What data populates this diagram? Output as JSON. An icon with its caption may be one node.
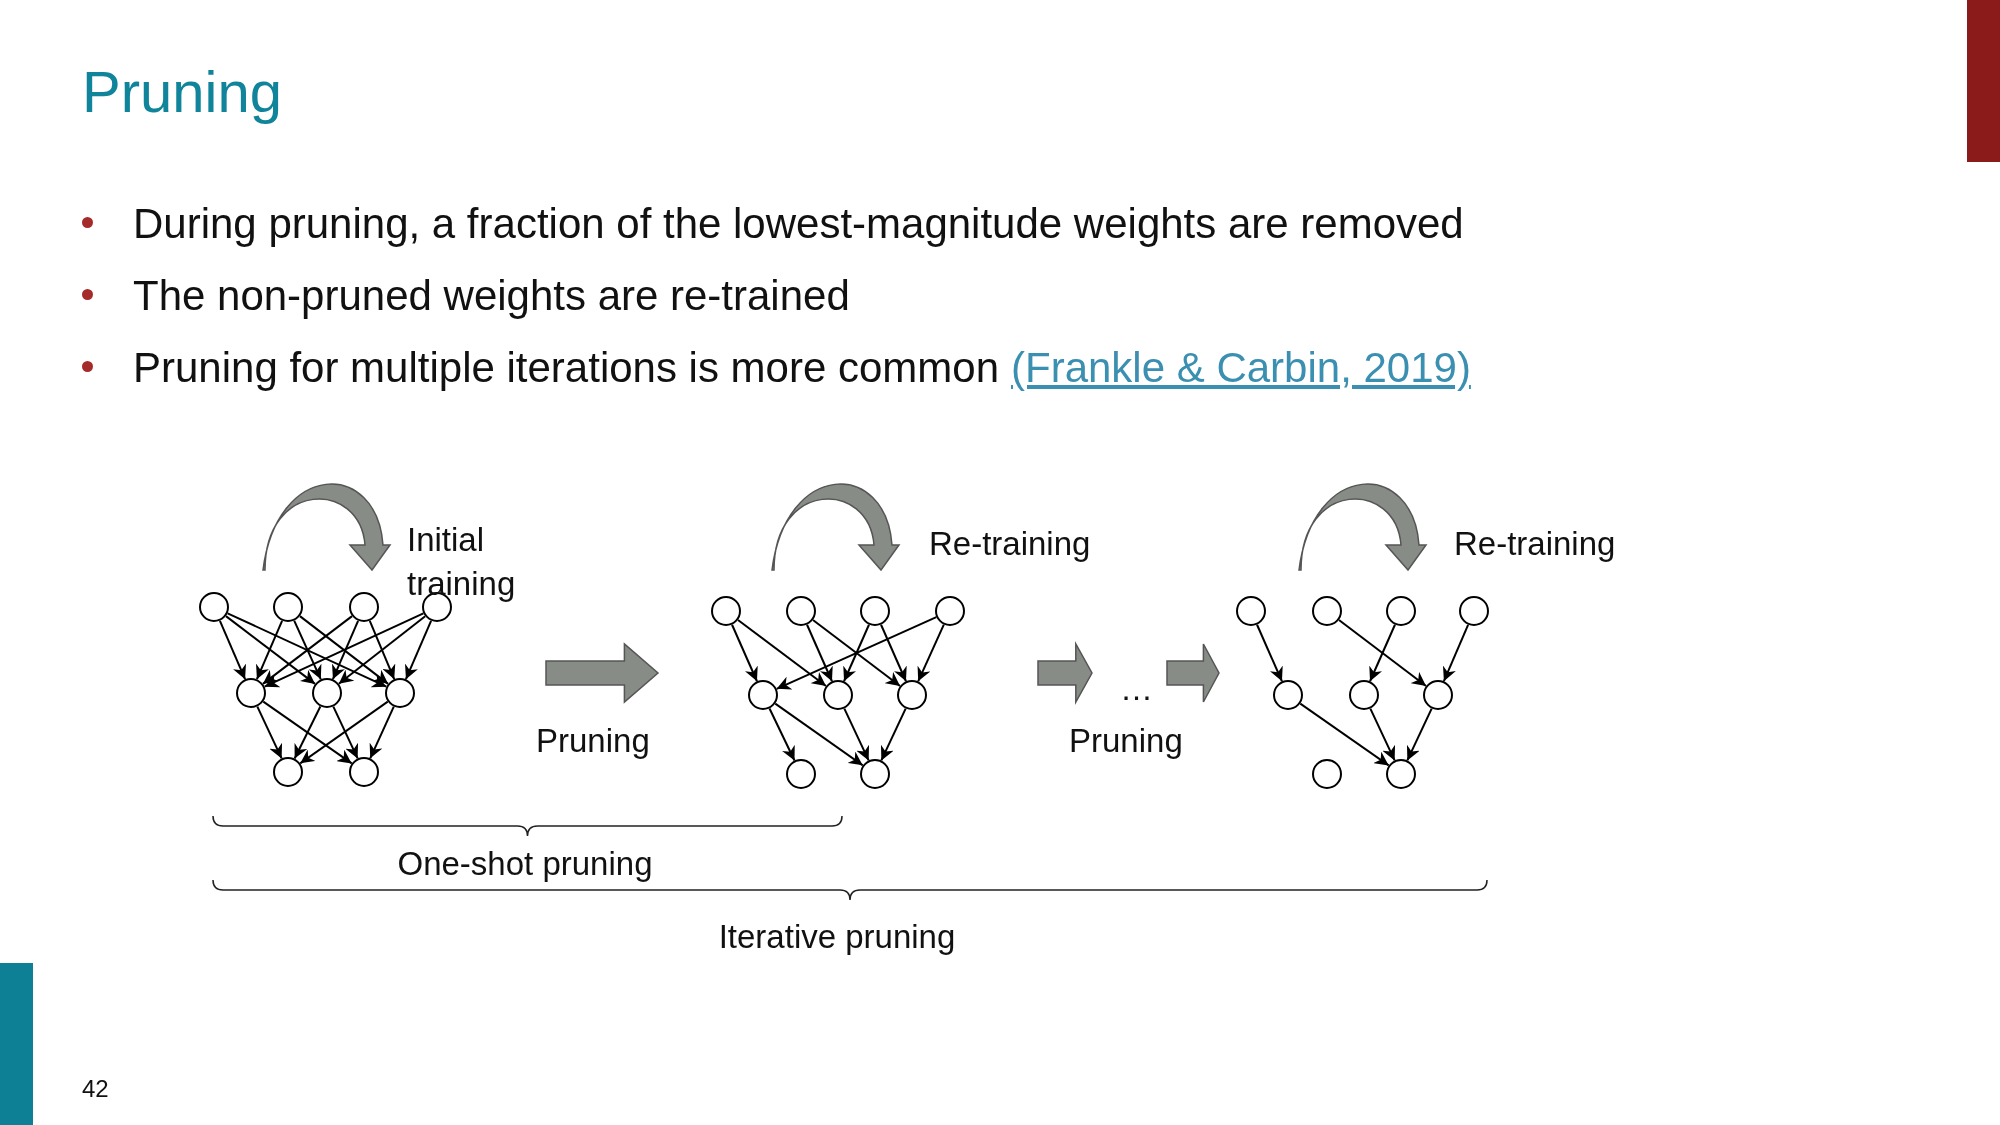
{
  "diagram": {
    "title": "Pruning",
    "nodes": [
      {
        "text": [],
        "shape": "circle"
      },
      {
        "text": [],
        "shape": "circle"
      },
      {
        "text": [],
        "shape": "circle"
      },
      {
        "text": [],
        "shape": "circle"
      },
      {
        "text": [],
        "shape": "circle"
      },
      {
        "text": [],
        "shape": "circle"
      },
      {
        "text": [],
        "shape": "circle"
      },
      {
        "text": [],
        "shape": "circle"
      },
      {
        "text": [],
        "shape": "circle"
      },
      {
        "text": [],
        "shape": "circle"
      },
      {
        "text": [],
        "shape": "circle"
      },
      {
        "text": [],
        "shape": "circle"
      },
      {
        "text": [],
        "shape": "circle"
      },
      {
        "text": [],
        "shape": "circle"
      },
      {
        "text": [],
        "shape": "circle"
      },
      {
        "text": [],
        "shape": "circle"
      },
      {
        "text": [],
        "shape": "circle"
      },
      {
        "text": [],
        "shape": "circle"
      },
      {
        "text": [],
        "shape": "circle"
      },
      {
        "text": [],
        "shape": "circle"
      },
      {
        "text": [],
        "shape": "circle"
      },
      {
        "text": [],
        "shape": "circle"
      },
      {
        "text": [],
        "shape": "circle"
      },
      {
        "text": [],
        "shape": "circle"
      },
      {
        "text": [],
        "shape": "circle"
      },
      {
        "text": [],
        "shape": "circle"
      },
      {
        "text": [],
        "shape": "circle"
      }
    ],
    "edges": [
      {
        "from": 0,
        "to": 4,
        "arrow": "to"
      },
      {
        "from": 0,
        "to": 5,
        "arrow": "to"
      },
      {
        "from": 0,
        "to": 6,
        "arrow": "to"
      },
      {
        "from": 1,
        "to": 4,
        "arrow": "to"
      },
      {
        "from": 1,
        "to": 5,
        "arrow": "to"
      },
      {
        "from": 1,
        "to": 6,
        "arrow": "to"
      },
      {
        "from": 2,
        "to": 4,
        "arrow": "to"
      },
      {
        "from": 2,
        "to": 5,
        "arrow": "to"
      },
      {
        "from": 2,
        "to": 6,
        "arrow": "to"
      },
      {
        "from": 3,
        "to": 4,
        "arrow": "to"
      },
      {
        "from": 3,
        "to": 5,
        "arrow": "to"
      },
      {
        "from": 3,
        "to": 6,
        "arrow": "to"
      },
      {
        "from": 4,
        "to": 7,
        "arrow": "to"
      },
      {
        "from": 4,
        "to": 8,
        "arrow": "to"
      },
      {
        "from": 5,
        "to": 7,
        "arrow": "to"
      },
      {
        "from": 5,
        "to": 8,
        "arrow": "to"
      },
      {
        "from": 6,
        "to": 7,
        "arrow": "to"
      },
      {
        "from": 6,
        "to": 8,
        "arrow": "to"
      },
      {
        "from": 9,
        "to": 13,
        "arrow": "to"
      },
      {
        "from": 9,
        "to": 14,
        "arrow": "to"
      },
      {
        "from": 10,
        "to": 14,
        "arrow": "to"
      },
      {
        "from": 10,
        "to": 15,
        "arrow": "to"
      },
      {
        "from": 11,
        "to": 14,
        "arrow": "to"
      },
      {
        "from": 11,
        "to": 15,
        "arrow": "to"
      },
      {
        "from": 12,
        "to": 13,
        "arrow": "to"
      },
      {
        "from": 12,
        "to": 15,
        "arrow": "to"
      },
      {
        "from": 13,
        "to": 16,
        "arrow": "to"
      },
      {
        "from": 13,
        "to": 17,
        "arrow": "to"
      },
      {
        "from": 14,
        "to": 17,
        "arrow": "to"
      },
      {
        "from": 15,
        "to": 17,
        "arrow": "to"
      },
      {
        "from": 18,
        "to": 22,
        "arrow": "to"
      },
      {
        "from": 19,
        "to": 24,
        "arrow": "to"
      },
      {
        "from": 20,
        "to": 23,
        "arrow": "to"
      },
      {
        "from": 21,
        "to": 24,
        "arrow": "to"
      },
      {
        "from": 22,
        "to": 26,
        "arrow": "to"
      },
      {
        "from": 23,
        "to": 26,
        "arrow": "to"
      },
      {
        "from": 24,
        "to": 26,
        "arrow": "to"
      }
    ],
    "labels": [
      "During pruning, a fraction of the lowest-magnitude weights are removed",
      "The non-pruned weights are re-trained",
      "Pruning for multiple iterations is more common",
      "(Frankle & Carbin, 2019)",
      "Initial training",
      "Re-training",
      "Re-training",
      "…",
      "Pruning",
      "Pruning",
      "One-shot pruning",
      "Iterative pruning",
      "42"
    ]
  }
}
